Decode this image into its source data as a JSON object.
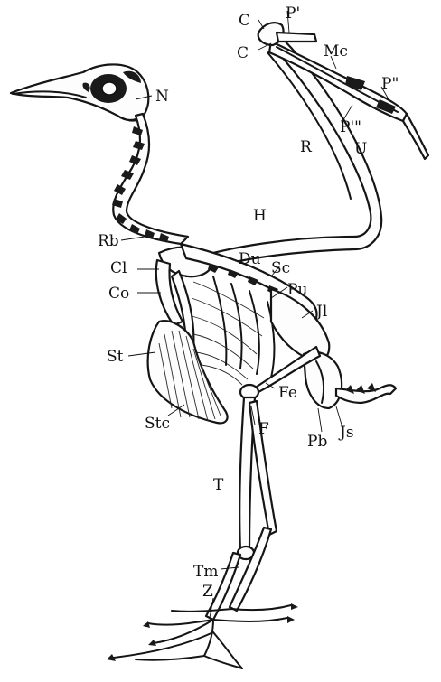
{
  "labels": {
    "C1": "C",
    "P1": "P'",
    "C2": "C",
    "Mc": "Mc",
    "P2": "P\"",
    "P3": "P'\"",
    "R": "R",
    "U": "U",
    "N": "N",
    "H": "H",
    "Rb": "Rb",
    "Cl": "Cl",
    "Du": "Du",
    "Sc": "Sc",
    "Co": "Co",
    "Pu": "Pu",
    "Jl": "Jl",
    "St": "St",
    "Fe": "Fe",
    "Stc": "Stc",
    "F": "F",
    "Pb": "Pb",
    "Js": "Js",
    "T": "T",
    "Tm": "Tm",
    "Z": "Z"
  }
}
